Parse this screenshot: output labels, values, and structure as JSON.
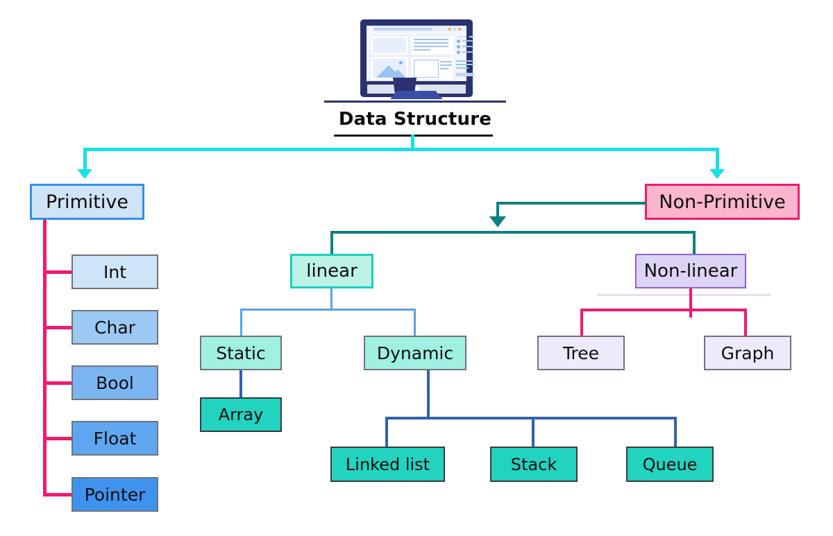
{
  "diagram": {
    "title": "Data Structure",
    "type": "hierarchy-tree",
    "root": {
      "label": "Data Structure",
      "icon": "desktop-monitor-icon"
    },
    "nodes": [
      {
        "id": "primitive",
        "label": "Primitive",
        "fill": "#cfe4f7",
        "border": "#2e92ec"
      },
      {
        "id": "nonprimitive",
        "label": "Non-Primitive",
        "fill": "#fbb5cd",
        "border": "#f0196e"
      },
      {
        "id": "int",
        "label": "Int",
        "fill": "#cfe4f7",
        "border": "#6f7378"
      },
      {
        "id": "char",
        "label": "Char",
        "fill": "#9cc9f4",
        "border": "#6f7378"
      },
      {
        "id": "bool",
        "label": "Bool",
        "fill": "#7cb6f2",
        "border": "#6f7378"
      },
      {
        "id": "float",
        "label": "Float",
        "fill": "#5ea7f0",
        "border": "#6f7378"
      },
      {
        "id": "pointer",
        "label": "Pointer",
        "fill": "#3f93ee",
        "border": "#6f7378"
      },
      {
        "id": "linear",
        "label": "linear",
        "fill": "#bdf2e6",
        "border": "#17cfc0"
      },
      {
        "id": "nonlinear",
        "label": "Non-linear",
        "fill": "#ddd4f5",
        "border": "#8f5fd6"
      },
      {
        "id": "static",
        "label": "Static",
        "fill": "#9ff0e0",
        "border": "#6f7378"
      },
      {
        "id": "dynamic",
        "label": "Dynamic",
        "fill": "#9ff0e0",
        "border": "#6f7378"
      },
      {
        "id": "array",
        "label": "Array",
        "fill": "#22d3c0",
        "border": "#3a3a3a"
      },
      {
        "id": "linkedlist",
        "label": "Linked list",
        "fill": "#22d3c0",
        "border": "#3a3a3a"
      },
      {
        "id": "stack",
        "label": "Stack",
        "fill": "#22d3c0",
        "border": "#3a3a3a"
      },
      {
        "id": "queue",
        "label": "Queue",
        "fill": "#22d3c0",
        "border": "#3a3a3a"
      },
      {
        "id": "tree",
        "label": "Tree",
        "fill": "#eeeafb",
        "border": "#6f7378"
      },
      {
        "id": "graph",
        "label": "Graph",
        "fill": "#eeeafb",
        "border": "#6f7378"
      }
    ],
    "edges": [
      {
        "from": "root",
        "to": "primitive",
        "color": "#19e0e8",
        "arrow": true
      },
      {
        "from": "root",
        "to": "nonprimitive",
        "color": "#19e0e8",
        "arrow": true
      },
      {
        "from": "primitive",
        "to": "int",
        "color": "#f0196e"
      },
      {
        "from": "primitive",
        "to": "char",
        "color": "#f0196e"
      },
      {
        "from": "primitive",
        "to": "bool",
        "color": "#f0196e"
      },
      {
        "from": "primitive",
        "to": "float",
        "color": "#f0196e"
      },
      {
        "from": "primitive",
        "to": "pointer",
        "color": "#f0196e"
      },
      {
        "from": "nonprimitive",
        "to": "linear",
        "color": "#0f8082",
        "arrow": true
      },
      {
        "from": "nonprimitive",
        "to": "nonlinear",
        "color": "#0f8082"
      },
      {
        "from": "linear",
        "to": "static",
        "color": "#5aa0e8"
      },
      {
        "from": "linear",
        "to": "dynamic",
        "color": "#5aa0e8"
      },
      {
        "from": "static",
        "to": "array",
        "color": "#2e62ad"
      },
      {
        "from": "dynamic",
        "to": "linkedlist",
        "color": "#2e62ad"
      },
      {
        "from": "dynamic",
        "to": "stack",
        "color": "#2e62ad"
      },
      {
        "from": "dynamic",
        "to": "queue",
        "color": "#2e62ad"
      },
      {
        "from": "nonlinear",
        "to": "tree",
        "color": "#f0196e"
      },
      {
        "from": "nonlinear",
        "to": "graph",
        "color": "#f0196e"
      }
    ],
    "colors": {
      "cyan": "#19e0e8",
      "teal": "#0f8082",
      "pink": "#f0196e",
      "blue": "#5aa0e8",
      "dark_blue": "#2e62ad",
      "background": "#ffffff"
    }
  }
}
